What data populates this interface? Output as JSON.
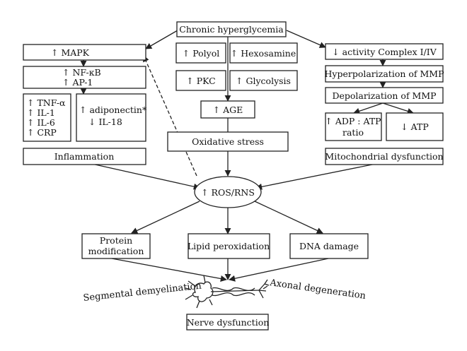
{
  "nodes": {
    "chronic_hyperglycemia": "Chronic hyperglycemia",
    "mapk": "↑ MAPK",
    "nfkb": "↑ NF-κB",
    "ap1": "↑ AP-1",
    "cytokines": [
      "↑ TNF-α",
      "↑ IL-1",
      "↑ IL-6",
      "↑ CRP"
    ],
    "adiponectin": "↑ adiponectin*",
    "il18": "↓ IL-18",
    "inflammation": "Inflammation",
    "polyol": "↑ Polyol",
    "hexosamine": "↑ Hexosamine",
    "pkc": "↑ PKC",
    "glycolysis": "↑ Glycolysis",
    "age": "↑ AGE",
    "oxidative_stress": "Oxidative stress",
    "complex": "↓ activity Complex I/IV",
    "hyperpolarization": "Hyperpolarization of MMP",
    "depolarization": "Depolarization of MMP",
    "adp_atp_line1": "↑ ADP : ATP",
    "adp_atp_line2": "ratio",
    "atp": "↓ ATP",
    "mito_dysfunction": "Mitochondrial dysfunction",
    "ros_rns": "↑ ROS/RNS",
    "protein_mod_line1": "Protein",
    "protein_mod_line2": "modification",
    "lipid_perox": "Lipid peroxidation",
    "dna_damage": "DNA damage",
    "segmental_demyelination": "Segmental demyelination",
    "axonal_degeneration": "Axonal degeneration",
    "nerve_dysfunction": "Nerve dysfunction"
  }
}
